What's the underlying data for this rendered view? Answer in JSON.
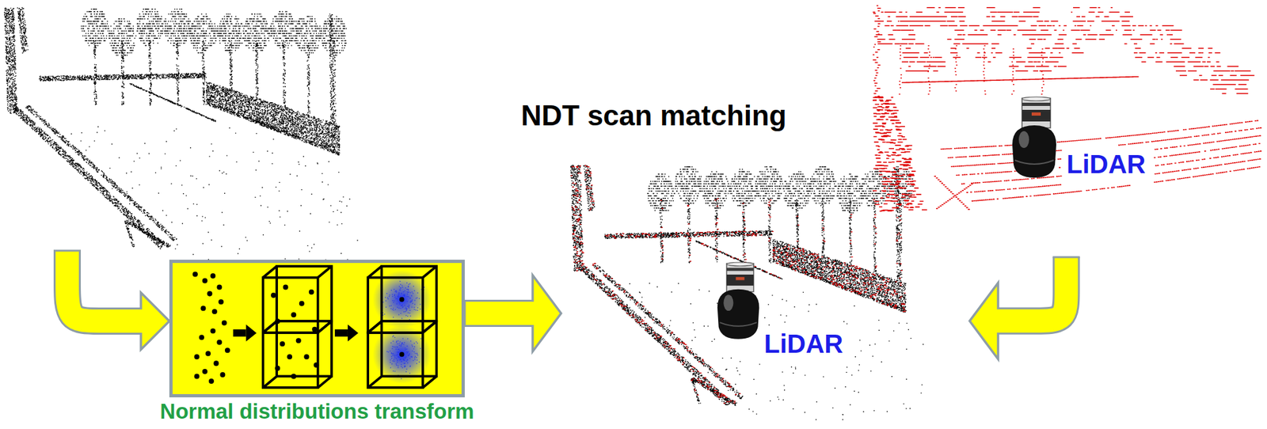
{
  "diagram": {
    "title": "NDT scan matching",
    "nodes": [
      {
        "text": [
          "Normal distributions transform"
        ]
      },
      {
        "text": [
          "LiDAR"
        ]
      },
      {
        "text": [
          "LiDAR"
        ]
      }
    ],
    "edges": [
      {
        "from": 0,
        "to": 1,
        "arrow": "to"
      },
      {
        "from": 2,
        "to": 1,
        "arrow": "to"
      }
    ]
  }
}
